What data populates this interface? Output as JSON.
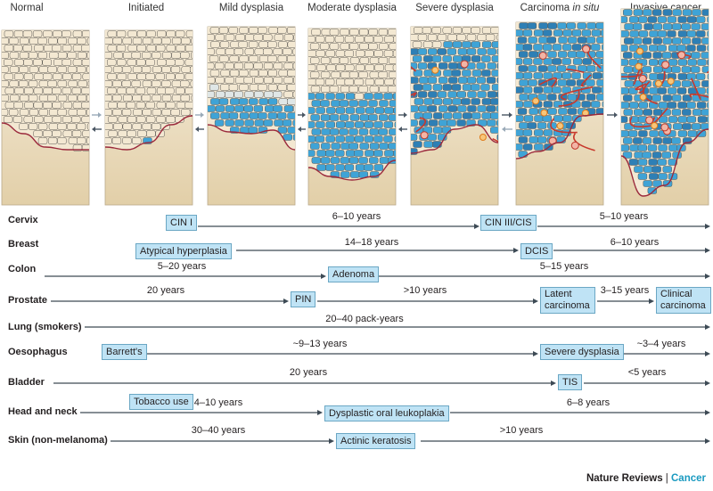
{
  "stages": [
    {
      "label": "Normal"
    },
    {
      "label": "Initiated"
    },
    {
      "label": "Mild dysplasia"
    },
    {
      "label": "Moderate dysplasia"
    },
    {
      "label": "Severe dysplasia"
    },
    {
      "label_prefix": "Carcinoma ",
      "label_italic": "in situ"
    },
    {
      "label": "Invasive cancer"
    }
  ],
  "rows": [
    {
      "label": "Cervix",
      "boxes": [
        "CIN I",
        "CIN III/CIS"
      ],
      "durations": [
        "6–10 years",
        "5–10 years"
      ]
    },
    {
      "label": "Breast",
      "boxes": [
        "Atypical hyperplasia",
        "DCIS"
      ],
      "durations": [
        "14–18 years",
        "6–10 years"
      ]
    },
    {
      "label": "Colon",
      "boxes": [
        "Adenoma"
      ],
      "durations": [
        "5–20 years",
        "5–15 years"
      ]
    },
    {
      "label": "Prostate",
      "boxes": [
        "PIN",
        "Latent carcinoma",
        "Clinical carcinoma"
      ],
      "durations": [
        "20 years",
        ">10 years",
        "3–15 years"
      ]
    },
    {
      "label": "Lung (smokers)",
      "boxes": [],
      "durations": [
        "20–40 pack-years"
      ]
    },
    {
      "label": "Oesophagus",
      "boxes": [
        "Barrett's",
        "Severe dysplasia"
      ],
      "durations": [
        "~9–13 years",
        "~3–4 years"
      ]
    },
    {
      "label": "Bladder",
      "boxes": [
        "TIS"
      ],
      "durations": [
        "20 years",
        "<5 years"
      ]
    },
    {
      "label": "Head and neck",
      "boxes": [
        "Tobacco use",
        "Dysplastic oral leukoplakia"
      ],
      "durations": [
        "4–10 years",
        "6–8 years"
      ]
    },
    {
      "label": "Skin (non-melanoma)",
      "boxes": [
        "Actinic keratosis"
      ],
      "durations": [
        "30–40 years",
        ">10 years"
      ]
    }
  ],
  "credit": {
    "journal": "Nature Reviews",
    "separator": " | ",
    "section": "Cancer"
  },
  "colors": {
    "box_fill": "#bfe3f5",
    "box_border": "#6ba7c4",
    "line": "#3d4a55",
    "accent": "#1a9ac0",
    "stroma": "#e2cfa8",
    "basement": "#9b2a3c",
    "vessel": "#c8382c",
    "cell_blue": "#3fa3d6",
    "cell_beige": "#f3e8d2"
  }
}
